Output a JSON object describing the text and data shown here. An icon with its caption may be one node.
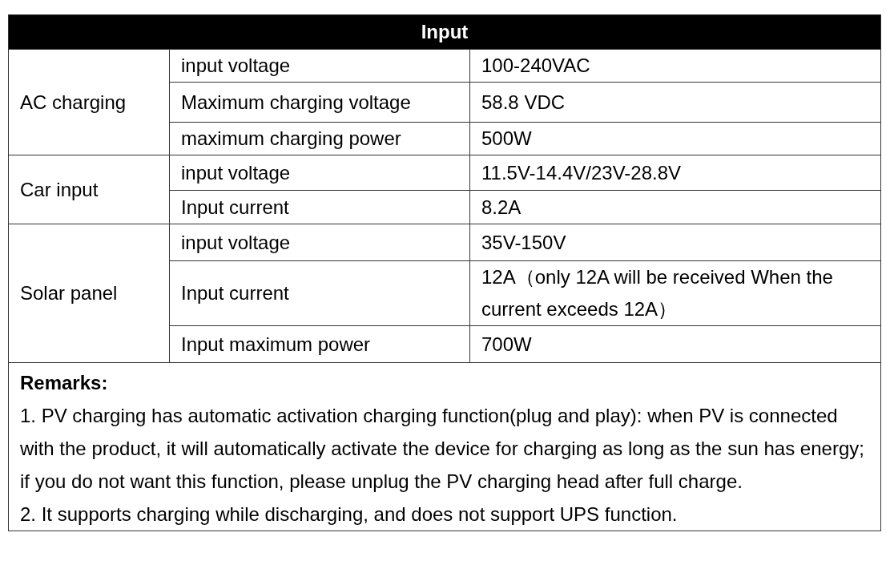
{
  "diagram": {
    "labels": [
      "Input",
      "AC charging",
      "input voltage",
      "100-240VAC",
      "Maximum charging voltage",
      "58.8 VDC",
      "maximum charging power",
      "500W",
      "Car input",
      "input voltage",
      "11.5V-14.4V/23V-28.8V",
      "Input current",
      "8.2A",
      "Solar panel",
      "input voltage",
      "35V-150V",
      "Input current",
      "12A（only 12A will be received When the current exceeds 12A）",
      "Input maximum power",
      "700W",
      "Remarks:",
      "1. PV charging has automatic activation charging function(plug and play): when PV is connected with the product, it will automatically activate the device for charging as long as the sun has energy; if you do not want this function, please unplug the PV charging head after full charge.",
      "2. It supports charging while discharging, and does not support UPS function."
    ]
  }
}
